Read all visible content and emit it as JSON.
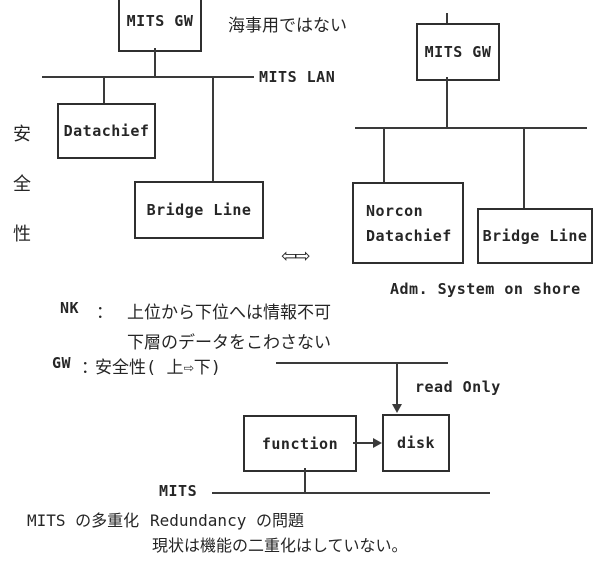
{
  "colors": {
    "background": "#ffffff",
    "ink": "#262626",
    "line": "#3a3a3a"
  },
  "ship_diagram": {
    "gw_box_label": "MITS GW",
    "top_note": "海事用ではない",
    "lan_label": "MITS LAN",
    "datachief_label": "Datachief",
    "bridge_line_label": "Bridge Line",
    "side_label_chars": [
      "安",
      "全",
      "性"
    ]
  },
  "exchange": {
    "arrows": "⇦⇨"
  },
  "shore_diagram": {
    "gw_box_label": "MITS GW",
    "norcon_line1": "Norcon",
    "norcon_line2": "Datachief",
    "bridge_line_label": "Bridge Line",
    "caption": "Adm. System on shore"
  },
  "notes": {
    "nk_label": "NK",
    "nk_separator": "：",
    "nk_line1": "上位から下位へは情報不可",
    "nk_line2": "下層のデータをこわさない",
    "gw_label": "GW",
    "gw_separator": "：",
    "gw_text": "安全性( 上⇨下)"
  },
  "redundancy_diagram": {
    "read_only_label": "read Only",
    "function_label": "function",
    "disk_label": "disk",
    "bus_label": "MITS"
  },
  "footer": {
    "multiplexing_note": "MITS の多重化",
    "redundancy_note": "Redundancy の問題",
    "status_note": "現状は機能の二重化はしていない。"
  }
}
